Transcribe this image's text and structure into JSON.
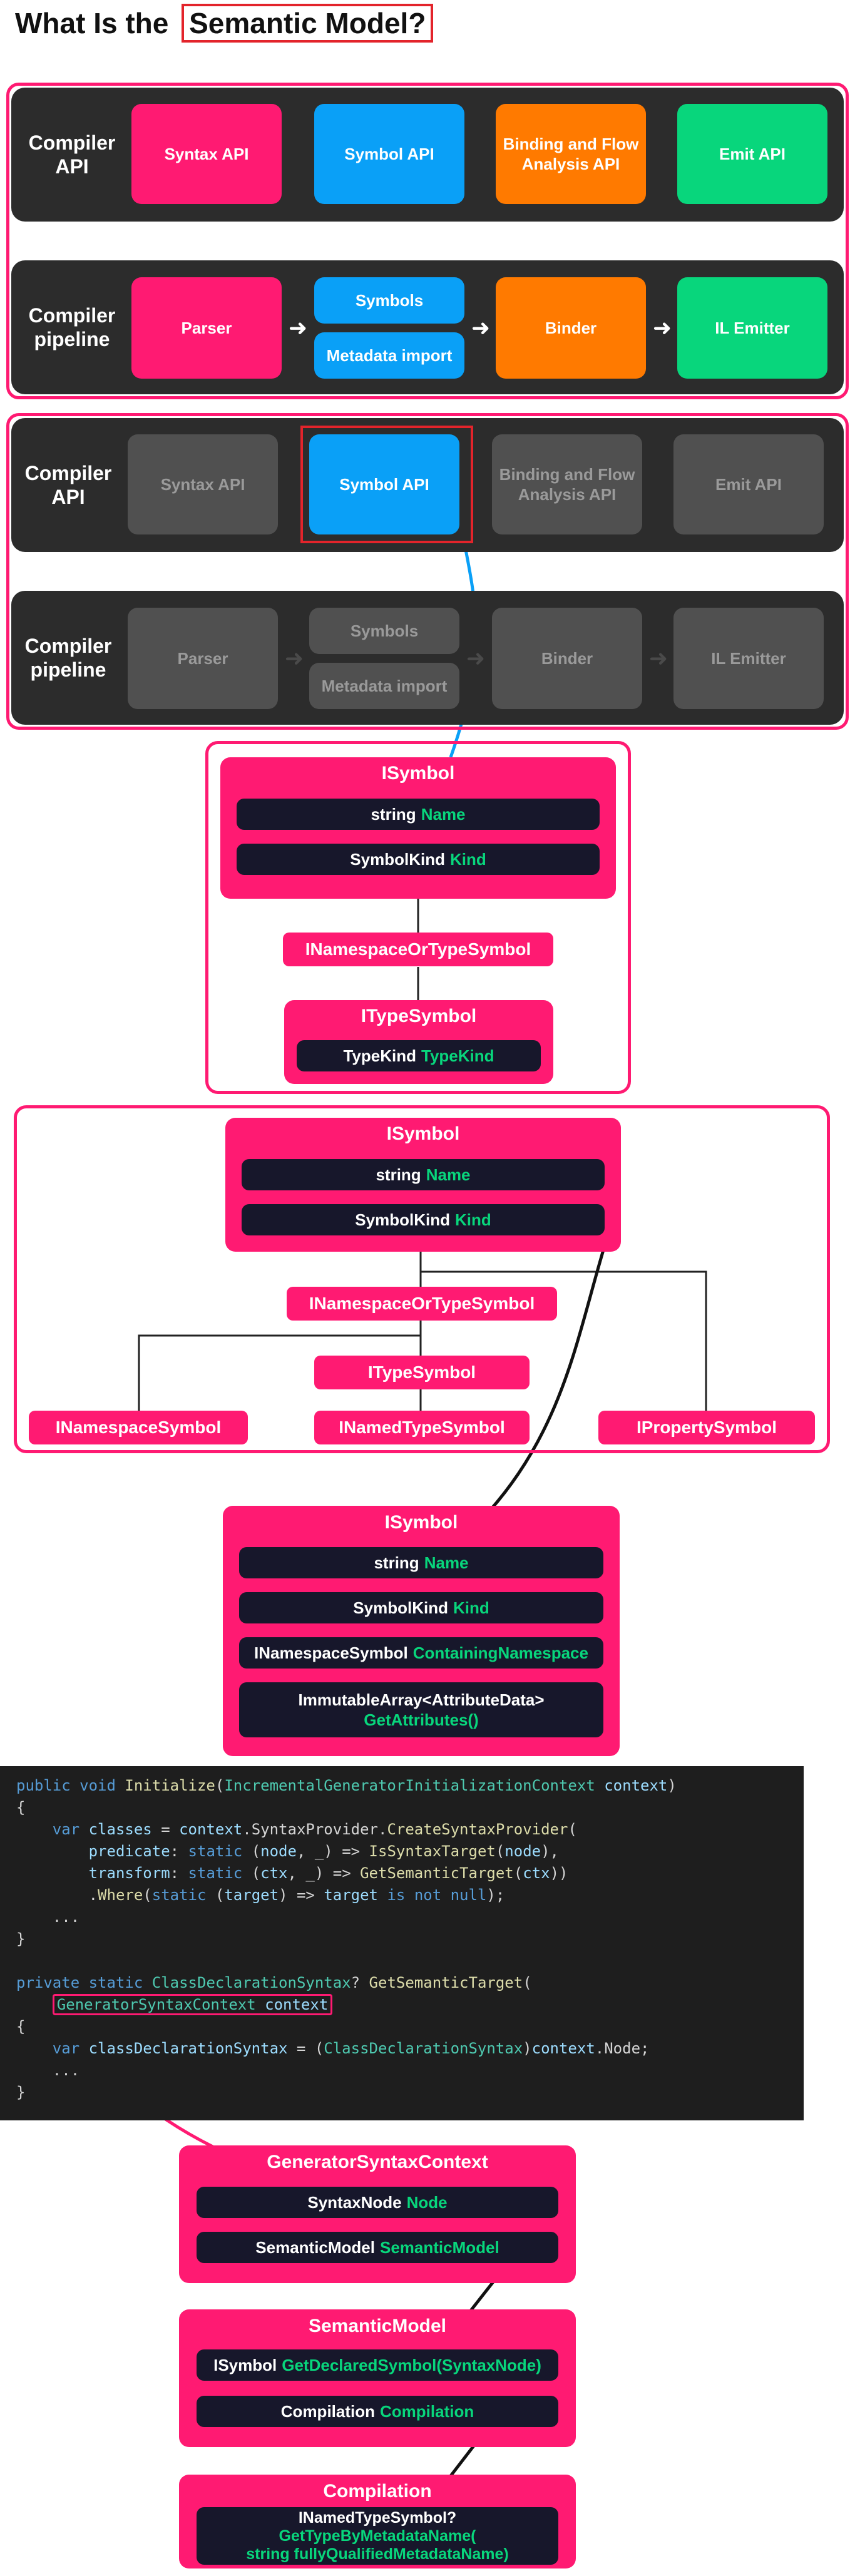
{
  "title": {
    "prefix": "What Is the ",
    "highlight": "Semantic Model?"
  },
  "pipeline1": {
    "api_label": "Compiler API",
    "api_items": [
      "Syntax API",
      "Symbol API",
      "Binding and Flow Analysis API",
      "Emit API"
    ],
    "pipe_label": "Compiler pipeline",
    "pipe_items": [
      "Parser",
      "Symbols",
      "Metadata import",
      "Binder",
      "IL Emitter"
    ],
    "colors": {
      "pink": "#ff1a72",
      "blue": "#0aa0f7",
      "orange": "#ff7a00",
      "green": "#08d67c"
    }
  },
  "pipeline2": {
    "api_label": "Compiler API",
    "api_items": [
      "Syntax API",
      "Symbol API",
      "Binding and Flow Analysis API",
      "Emit API"
    ],
    "pipe_label": "Compiler pipeline",
    "pipe_items": [
      "Parser",
      "Symbols",
      "Metadata import",
      "Binder",
      "IL Emitter"
    ]
  },
  "diagram1": {
    "isymbol": {
      "title": "ISymbol",
      "prop1_type": "string",
      "prop1_name": "Name",
      "prop2_type": "SymbolKind",
      "prop2_name": "Kind"
    },
    "ns_or_type": "INamespaceOrTypeSymbol",
    "itype": {
      "title": "ITypeSymbol",
      "prop_type": "TypeKind",
      "prop_name": "TypeKind"
    }
  },
  "diagram2": {
    "isymbol": {
      "title": "ISymbol",
      "prop1_type": "string",
      "prop1_name": "Name",
      "prop2_type": "SymbolKind",
      "prop2_name": "Kind"
    },
    "ns_or_type": "INamespaceOrTypeSymbol",
    "itype": "ITypeSymbol",
    "namespace": "INamespaceSymbol",
    "named_type": "INamedTypeSymbol",
    "property": "IPropertySymbol"
  },
  "diagram3": {
    "title": "ISymbol",
    "prop1_type": "string",
    "prop1_name": "Name",
    "prop2_type": "SymbolKind",
    "prop2_name": "Kind",
    "prop3_type": "INamespaceSymbol",
    "prop3_name": "ContainingNamespace",
    "prop4_type": "ImmutableArray<AttributeData>",
    "prop4_name": "GetAttributes()"
  },
  "code": {
    "l1_kw": "public void ",
    "l1_fn": "Initialize",
    "l1_p1": "(",
    "l1_ty": "IncrementalGeneratorInitializationContext",
    "l1_sp": " ",
    "l1_pa": "context",
    "l1_end": ")",
    "l2": "{",
    "l3_kw": "    var ",
    "l3_pa": "classes",
    "l3_a": " = ",
    "l3_pa2": "context",
    "l3_b": ".SyntaxProvider.",
    "l3_fn": "CreateSyntaxProvider",
    "l3_c": "(",
    "l4_pa": "        predicate",
    "l4_a": ": ",
    "l4_kw": "static",
    "l4_b": " (",
    "l4_pa2": "node",
    "l4_c": ", _) => ",
    "l4_fn": "IsSyntaxTarget",
    "l4_d": "(",
    "l4_pa3": "node",
    "l4_e": "),",
    "l5_pa": "        transform",
    "l5_a": ": ",
    "l5_kw": "static",
    "l5_b": " (",
    "l5_pa2": "ctx",
    "l5_c": ", _) => ",
    "l5_fn": "GetSemanticTarget",
    "l5_d": "(",
    "l5_pa3": "ctx",
    "l5_e": "))",
    "l6_a": "        .",
    "l6_fn": "Where",
    "l6_b": "(",
    "l6_kw": "static",
    "l6_c": " (",
    "l6_pa": "target",
    "l6_d": ") => ",
    "l6_pa2": "target",
    "l6_kw2": " is not null",
    "l6_e": ");",
    "l7": "    ...",
    "l8": "}",
    "l10_kw": "private static ",
    "l10_ty": "ClassDeclarationSyntax",
    "l10_a": "? ",
    "l10_fn": "GetSemanticTarget",
    "l10_b": "(",
    "l11_ty": "GeneratorSyntaxContext",
    "l11_pa": " context",
    "l12": "{",
    "l13_kw": "    var ",
    "l13_pa": "classDeclarationSyntax",
    "l13_a": " = (",
    "l13_ty": "ClassDeclarationSyntax",
    "l13_b": ")",
    "l13_pa2": "context",
    "l13_c": ".Node;",
    "l14": "    ...",
    "l15": "}"
  },
  "gsc": {
    "title": "GeneratorSyntaxContext",
    "prop1_type": "SyntaxNode",
    "prop1_name": "Node",
    "prop2_type": "SemanticModel",
    "prop2_name": "SemanticModel"
  },
  "sm": {
    "title": "SemanticModel",
    "prop1_type": "ISymbol",
    "prop1_name": "GetDeclaredSymbol(SyntaxNode)",
    "prop2_type": "Compilation",
    "prop2_name": "Compilation"
  },
  "comp": {
    "title": "Compilation",
    "line1": "INamedTypeSymbol?",
    "line2": "GetTypeByMetadataName(",
    "line3": "string fullyQualifiedMetadataName)"
  }
}
